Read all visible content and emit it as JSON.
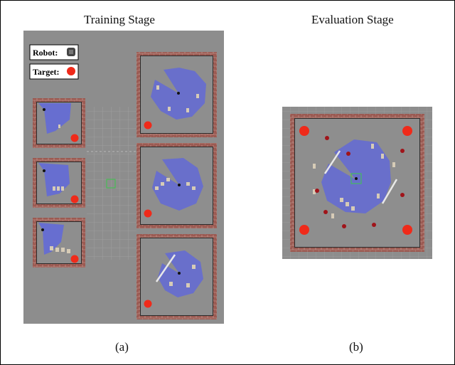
{
  "titles": {
    "left": "Training Stage",
    "right": "Evaluation Stage"
  },
  "captions": {
    "left": "(a)",
    "right": "(b)"
  },
  "legend": {
    "robot_label": "Robot:",
    "target_label": "Target:"
  },
  "colors": {
    "floor": "#8d8d8d",
    "grid": "#a9a9a9",
    "brick": "#9b5a52",
    "wall_inner": "#2b2b2b",
    "laser": "#5a63e6",
    "target": "#ef2a1a",
    "goal_marker": "#3cc84b",
    "obstacle": "#d6cbb6"
  }
}
